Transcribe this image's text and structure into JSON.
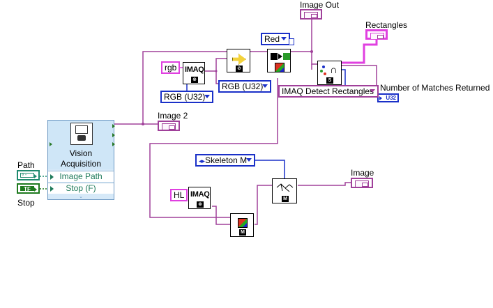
{
  "labels": {
    "image_out": "Image Out",
    "rectangles": "Rectangles",
    "matches": "Number of Matches Returned",
    "image2": "Image 2",
    "image": "Image",
    "path": "Path",
    "stop": "Stop"
  },
  "constants": {
    "rgb_string": "rgb",
    "hl_string": "HL",
    "rgb_u32_a": "RGB (U32)",
    "rgb_u32_b": "RGB (U32)",
    "red": "Red",
    "detect": "IMAQ Detect Rectangles",
    "skeleton": "Skeleton M"
  },
  "vision_acquisition": {
    "title_line1": "Vision",
    "title_line2": "Acquisition",
    "row1": "Image Path",
    "row2": "Stop (F)"
  },
  "nodes": {
    "imaq_create_1": "IMAQ",
    "imaq_create_2": "IMAQ",
    "u32_label": "U32",
    "tf_label": "TF"
  },
  "colors": {
    "image_wire": "#a0409a",
    "string_wire": "#e040e0",
    "enum_wire": "#1a30c8",
    "path_wire": "#1e8a6e",
    "bool_wire": "#1e7a1e"
  }
}
